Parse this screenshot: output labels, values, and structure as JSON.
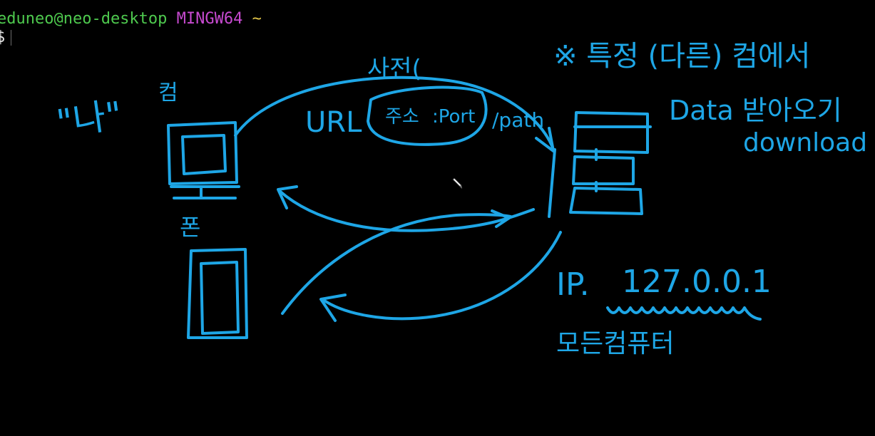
{
  "terminal": {
    "user_host": "eduneo@neo-desktop",
    "shell_env": "MINGW64",
    "cwd": "~",
    "prompt_symbol": "$"
  },
  "annotations": {
    "me_label": "\"나\"",
    "computer_label": "컴",
    "phone_label": "폰",
    "protocol_label": "사전(",
    "url_label": "URL",
    "address_label": "주소",
    "port_label": ":Port",
    "path_label": "/path",
    "note_title": "※ 특정 (다른) 컴에서",
    "note_data": "Data 받아오기",
    "note_download": "download",
    "ip_label": "IP.",
    "ip_value": "127.0.0.1",
    "all_computers": "모든컴퓨터"
  },
  "colors": {
    "ink": "#1ea6e6",
    "user_host": "#4ec94e",
    "shell_env": "#c74ad0",
    "cwd": "#e5c94a",
    "background": "#000000"
  }
}
